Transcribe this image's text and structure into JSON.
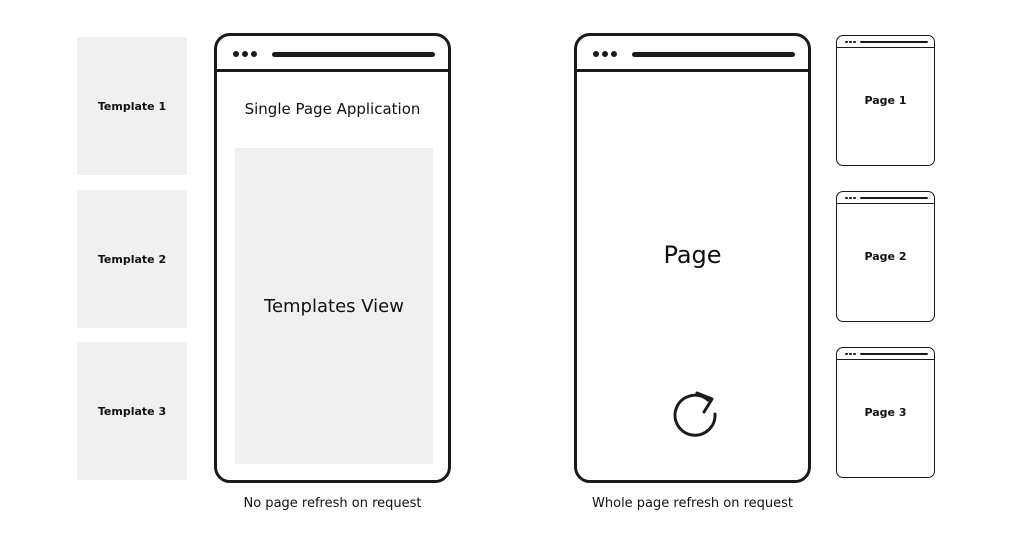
{
  "left_diagram": {
    "templates": [
      {
        "label": "Template 1"
      },
      {
        "label": "Template 2"
      },
      {
        "label": "Template 3"
      }
    ],
    "device_title": "Single Page Application",
    "view_label": "Templates View",
    "caption": "No page refresh on request"
  },
  "right_diagram": {
    "page_label": "Page",
    "refresh_icon": "refresh-icon",
    "pages": [
      {
        "label": "Page 1"
      },
      {
        "label": "Page 2"
      },
      {
        "label": "Page 3"
      }
    ],
    "caption": "Whole page refresh on request"
  }
}
